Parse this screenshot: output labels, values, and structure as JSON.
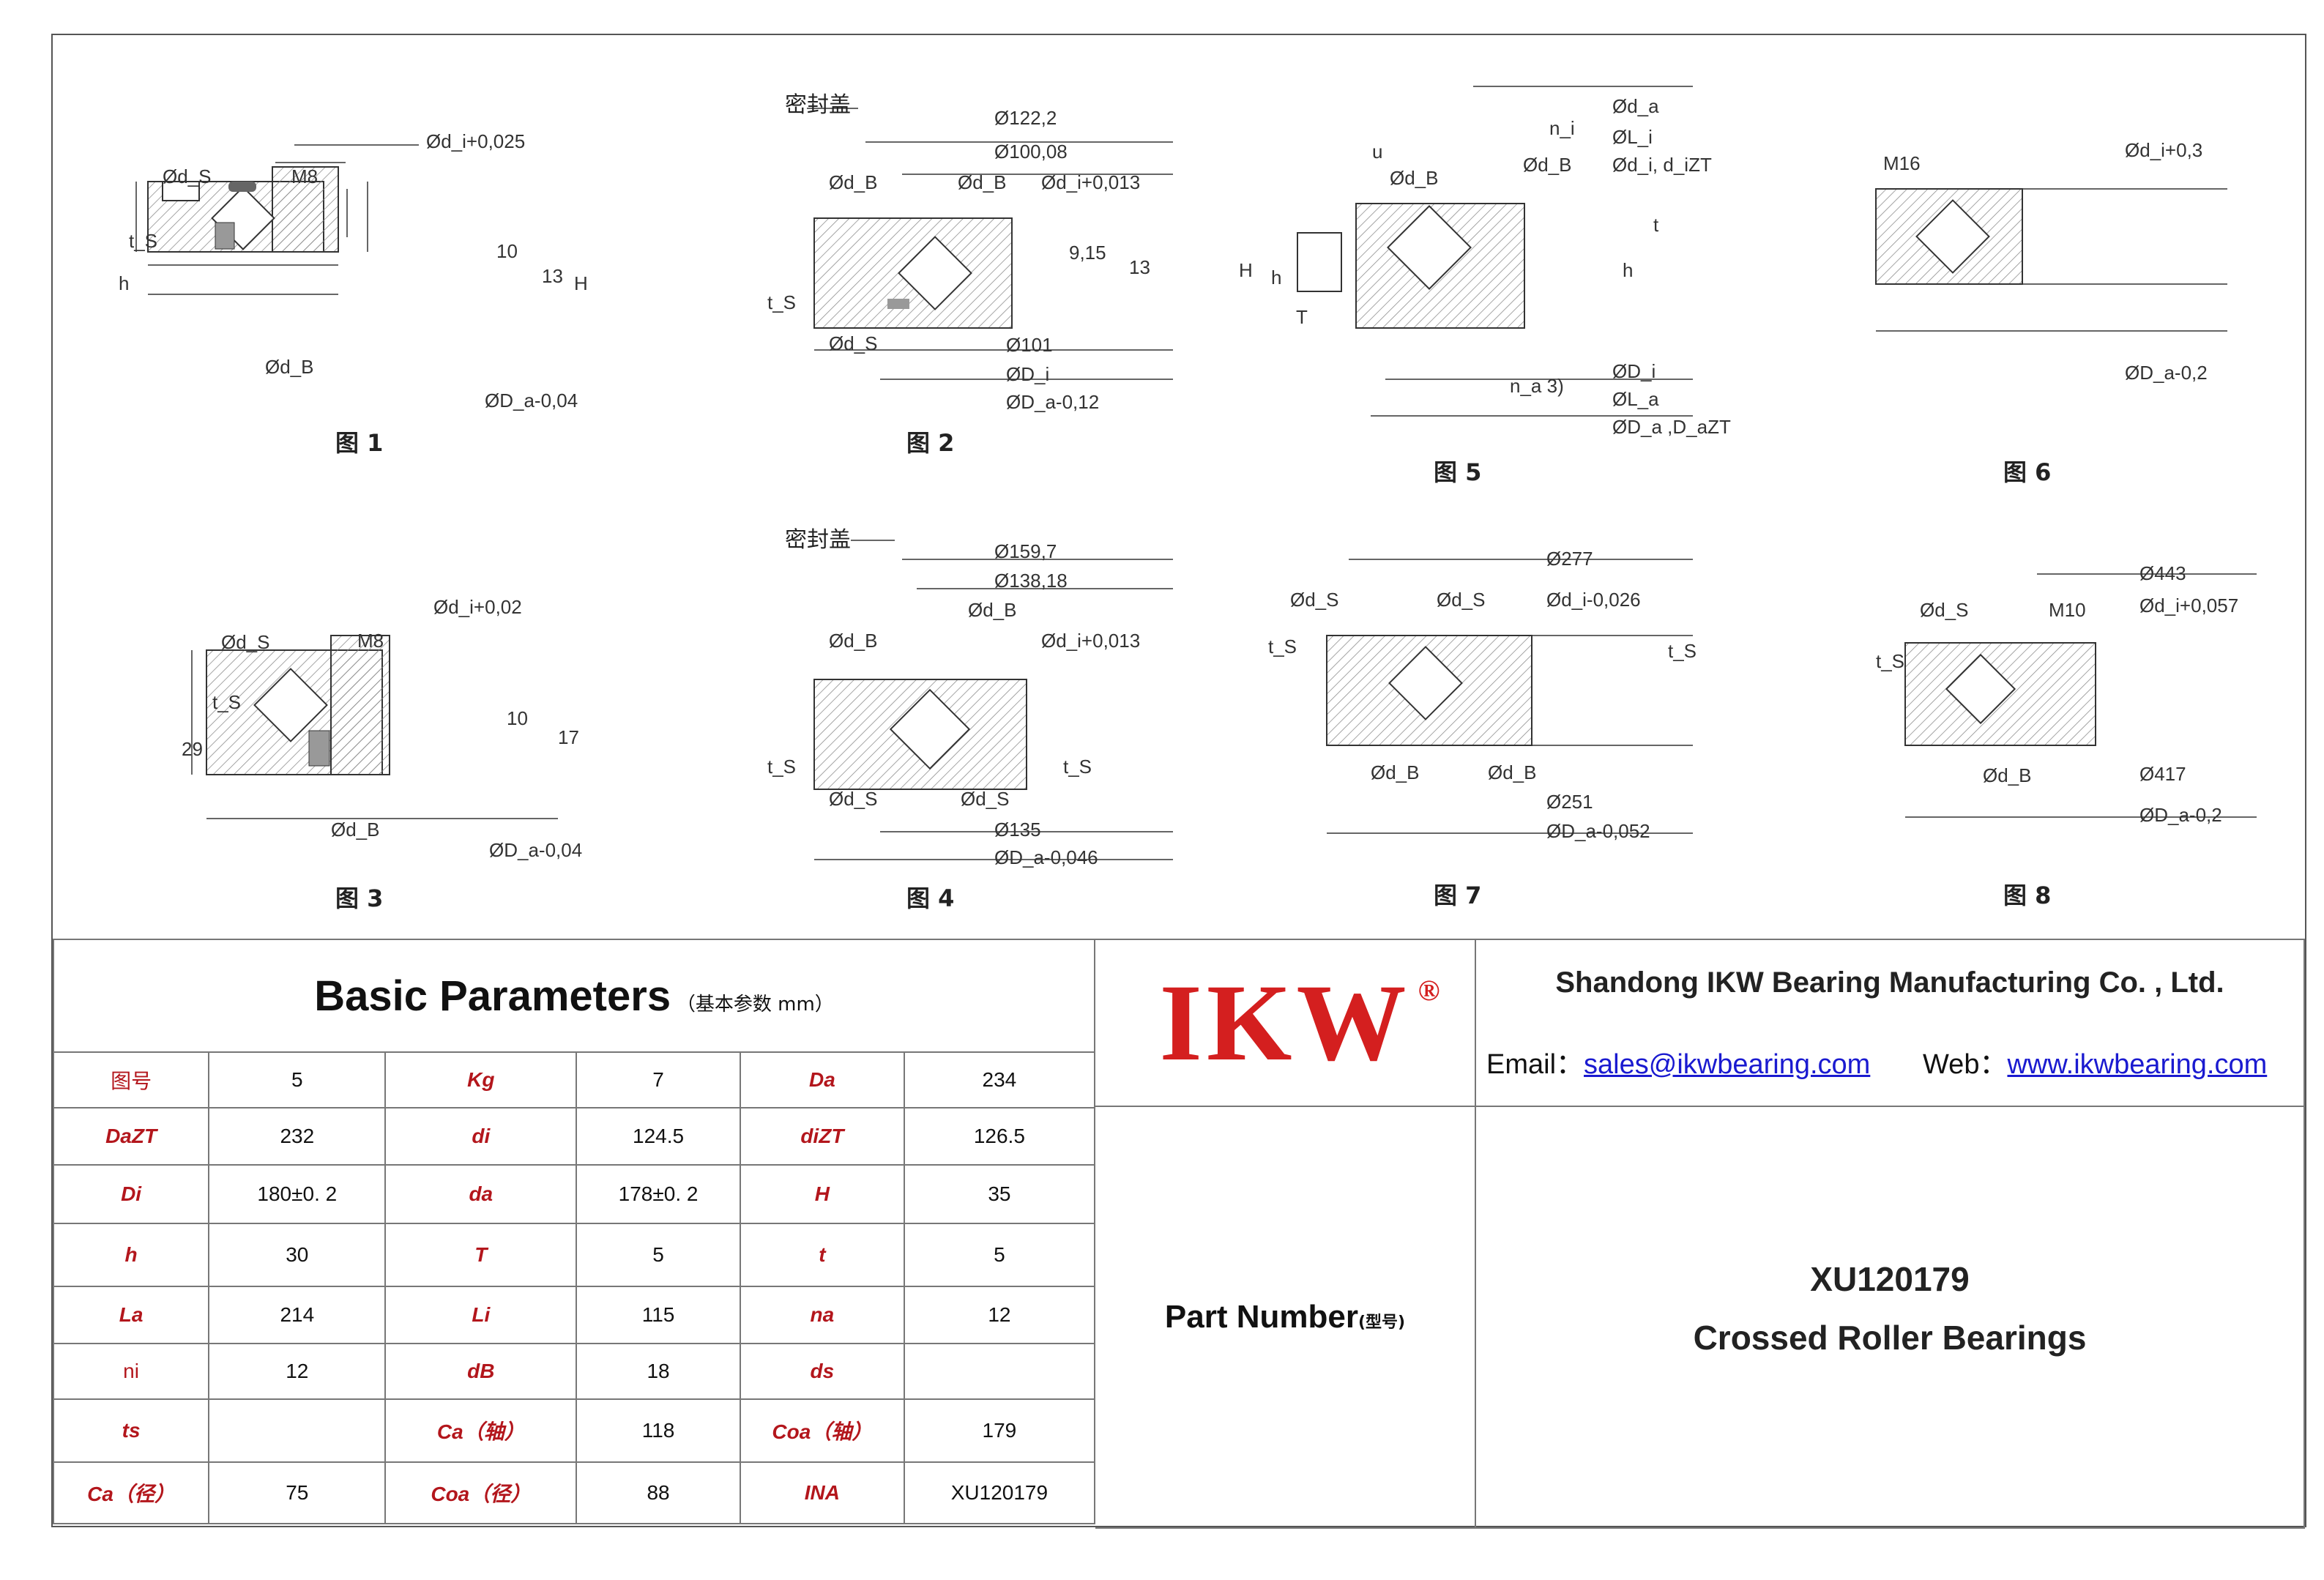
{
  "figures": [
    {
      "label": "图 1",
      "dims": [
        "Ød_S",
        "M8",
        "Ød_i+0,025",
        "t_S",
        "h",
        "10",
        "13",
        "H",
        "Ød_B",
        "ØD_a-0,04"
      ]
    },
    {
      "label": "图 2",
      "dims": [
        "密封盖",
        "Ø122,2",
        "Ø100,08",
        "Ød_B",
        "Ød_B",
        "Ød_i+0,013",
        "9,15",
        "13",
        "t_S",
        "Ød_S",
        "Ø101",
        "ØD_i",
        "ØD_a-0,12"
      ]
    },
    {
      "label": "图 5",
      "dims": [
        "Ød_a",
        "n_i",
        "ØL_i",
        "u",
        "Ød_B",
        "Ød_B",
        "Ød_i, d_iZT",
        "t",
        "H",
        "h",
        "h",
        "T",
        "ØD_i",
        "n_a 3)",
        "ØL_a",
        "ØD_a ,D_aZT"
      ]
    },
    {
      "label": "图 6",
      "dims": [
        "M16",
        "Ød_i+0,3",
        "ØD_a-0,2"
      ]
    },
    {
      "label": "图 3",
      "dims": [
        "Ød_S",
        "M8",
        "Ød_i+0,02",
        "t_S",
        "29",
        "10",
        "17",
        "Ød_B",
        "ØD_a-0,04"
      ]
    },
    {
      "label": "图 4",
      "dims": [
        "密封盖",
        "Ø159,7",
        "Ø138,18",
        "Ød_B",
        "Ød_B",
        "Ød_i+0,013",
        "t_S",
        "t_S",
        "Ød_S",
        "Ød_S",
        "Ø135",
        "ØD_a-0,046"
      ]
    },
    {
      "label": "图 7",
      "dims": [
        "Ø277",
        "Ød_S",
        "Ød_S",
        "Ød_i-0,026",
        "t_S",
        "t_S",
        "Ød_B",
        "Ød_B",
        "Ø251",
        "ØD_a-0,052"
      ]
    },
    {
      "label": "图 8",
      "dims": [
        "Ø443",
        "Ød_S",
        "M10",
        "Ød_i+0,057",
        "t_S",
        "Ød_B",
        "Ø417",
        "ØD_a-0,2"
      ]
    }
  ],
  "params": {
    "title": "Basic Parameters",
    "subtitle": "（基本参数 mm）",
    "rows": [
      [
        {
          "l": "图号",
          "v": "5",
          "plain": true
        },
        {
          "l": "Kg",
          "v": "7"
        },
        {
          "l": "Da",
          "v": "234"
        }
      ],
      [
        {
          "l": "DaZT",
          "v": "232"
        },
        {
          "l": "di",
          "v": "124.5"
        },
        {
          "l": "diZT",
          "v": "126.5"
        }
      ],
      [
        {
          "l": "Di",
          "v": "180±0. 2"
        },
        {
          "l": "da",
          "v": "178±0. 2"
        },
        {
          "l": "H",
          "v": "35"
        }
      ],
      [
        {
          "l": "h",
          "v": "30"
        },
        {
          "l": "T",
          "v": "5"
        },
        {
          "l": "t",
          "v": "5"
        }
      ],
      [
        {
          "l": "La",
          "v": "214"
        },
        {
          "l": "Li",
          "v": "115"
        },
        {
          "l": "na",
          "v": "12"
        }
      ],
      [
        {
          "l": "ni",
          "v": "12",
          "plain": true
        },
        {
          "l": "dB",
          "v": "18"
        },
        {
          "l": "ds",
          "v": ""
        }
      ],
      [
        {
          "l": "ts",
          "v": ""
        },
        {
          "l": "Ca（轴）",
          "v": "118"
        },
        {
          "l": "Coa（轴）",
          "v": "179"
        }
      ],
      [
        {
          "l": "Ca（径）",
          "v": "75"
        },
        {
          "l": "Coa（径）",
          "v": "88"
        },
        {
          "l": "INA",
          "v": "XU120179"
        }
      ]
    ]
  },
  "brand": {
    "logo": "IKW",
    "reg": "®"
  },
  "company": {
    "name": "Shandong IKW Bearing Manufacturing Co. , Ltd.",
    "email_label": "Email：",
    "email": "sales@ikwbearing.com",
    "web_label": "Web：",
    "web": "www.ikwbearing.com"
  },
  "part": {
    "label": "Part Number",
    "label_cn": "(型号)",
    "model": "XU120179",
    "type": "Crossed Roller Bearings"
  },
  "colors": {
    "accent": "#d41f1f",
    "label": "#b3161c",
    "link": "#1a1ad0",
    "line": "#777777"
  }
}
